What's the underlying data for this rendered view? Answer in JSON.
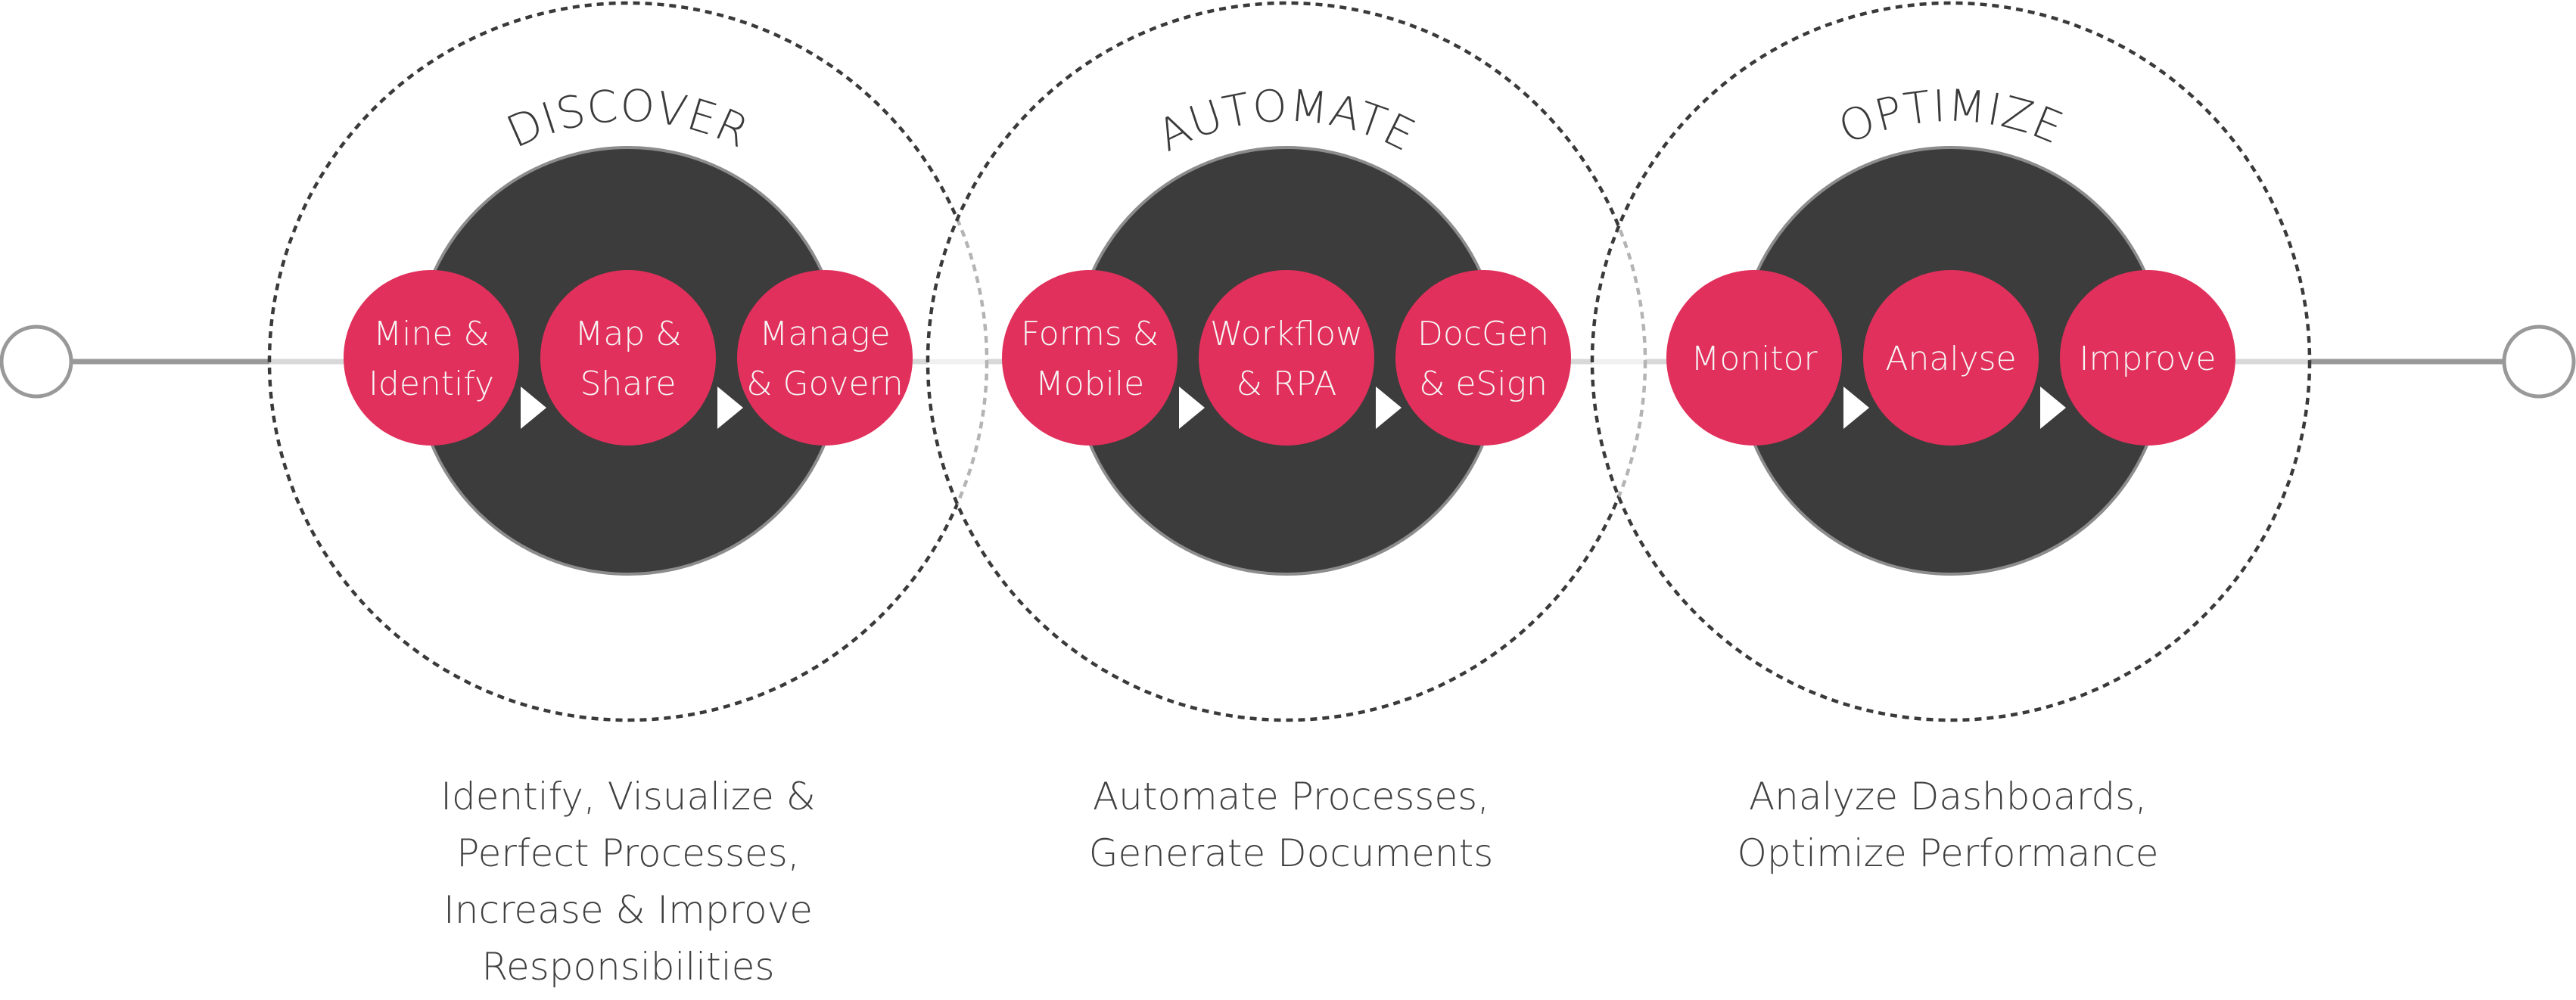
{
  "colors": {
    "accent_pink": "#e1305b",
    "dark_circle": "#3c3c3c",
    "dashed_outline": "#3a3a3a",
    "timeline": "#999999",
    "text_dark": "#404040",
    "text_light": "#f6f6f6"
  },
  "timeline": {
    "start_marker": "hollow-circle",
    "end_marker": "hollow-circle"
  },
  "stages": [
    {
      "title": "DISCOVER",
      "steps": [
        {
          "lines": [
            "Mine &",
            "Identify"
          ]
        },
        {
          "lines": [
            "Map &",
            "Share"
          ]
        },
        {
          "lines": [
            "Manage",
            "& Govern"
          ]
        }
      ],
      "description": [
        "Identify, Visualize &",
        "Perfect Processes,",
        "Increase & Improve",
        "Responsibilities"
      ]
    },
    {
      "title": "AUTOMATE",
      "steps": [
        {
          "lines": [
            "Forms &",
            "Mobile"
          ]
        },
        {
          "lines": [
            "Workflow",
            "& RPA"
          ]
        },
        {
          "lines": [
            "DocGen",
            "& eSign"
          ]
        }
      ],
      "description": [
        "Automate Processes,",
        "Generate Documents"
      ]
    },
    {
      "title": "OPTIMIZE",
      "steps": [
        {
          "lines": [
            "Monitor"
          ]
        },
        {
          "lines": [
            "Analyse"
          ]
        },
        {
          "lines": [
            "Improve"
          ]
        }
      ],
      "description": [
        "Analyze Dashboards,",
        "Optimize Performance"
      ]
    }
  ],
  "step_connector_icon": "play-triangle-icon"
}
